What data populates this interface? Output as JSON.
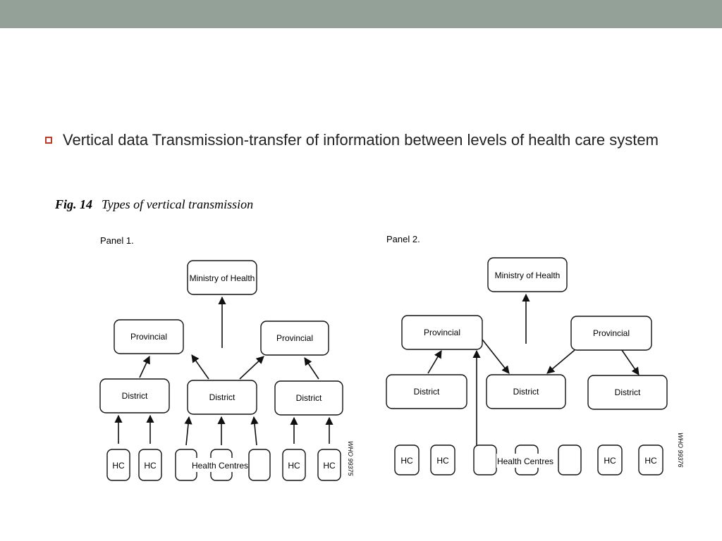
{
  "slide": {
    "bullet": "Vertical data Transmission-transfer of information between levels of health care system"
  },
  "figure": {
    "number": "Fig. 14",
    "title": "Types of vertical transmission",
    "code_left": "WHO 99375",
    "code_right": "WHO 99376",
    "panel1": {
      "label": "Panel 1.",
      "ministry": "Ministry of Health",
      "provincial_left": "Provincial",
      "provincial_right": "Provincial",
      "district_left": "District",
      "district_center": "District",
      "district_right": "District",
      "hc": [
        "HC",
        "HC",
        "HC",
        "HC"
      ],
      "health_centres": "Health Centres"
    },
    "panel2": {
      "label": "Panel 2.",
      "ministry": "Ministry of Health",
      "provincial_left": "Provincial",
      "provincial_right": "Provincial",
      "district_left": "District",
      "district_center": "District",
      "district_right": "District",
      "hc": [
        "HC",
        "HC",
        "HC",
        "HC"
      ],
      "health_centres": "Health Centres"
    }
  }
}
